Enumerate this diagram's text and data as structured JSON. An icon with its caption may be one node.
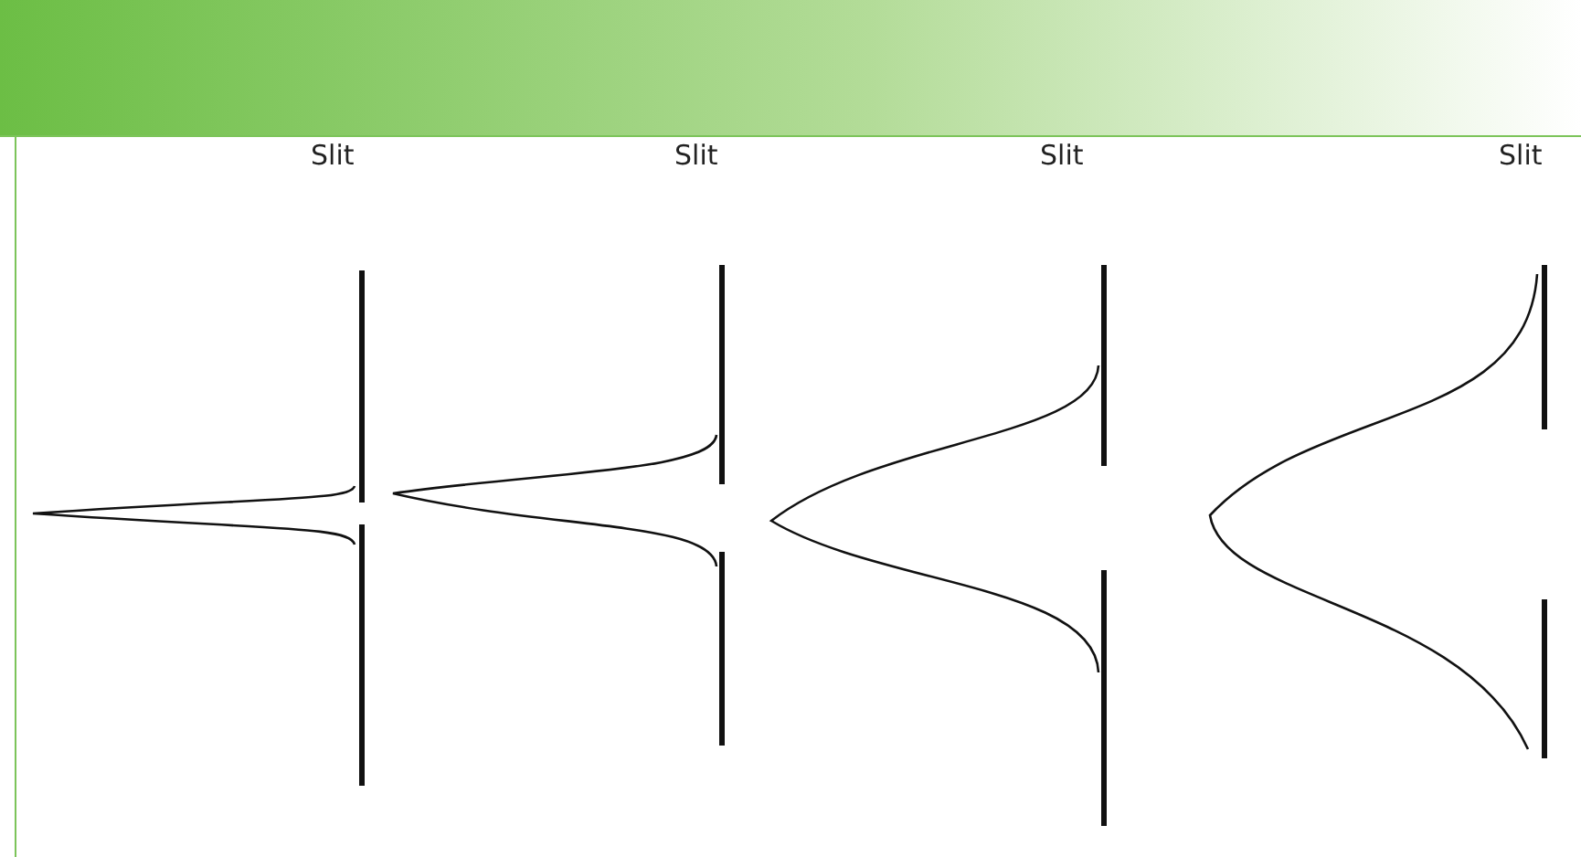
{
  "diagram": {
    "labels": [
      "Slit",
      "Slit",
      "Slit",
      "Slit"
    ]
  }
}
